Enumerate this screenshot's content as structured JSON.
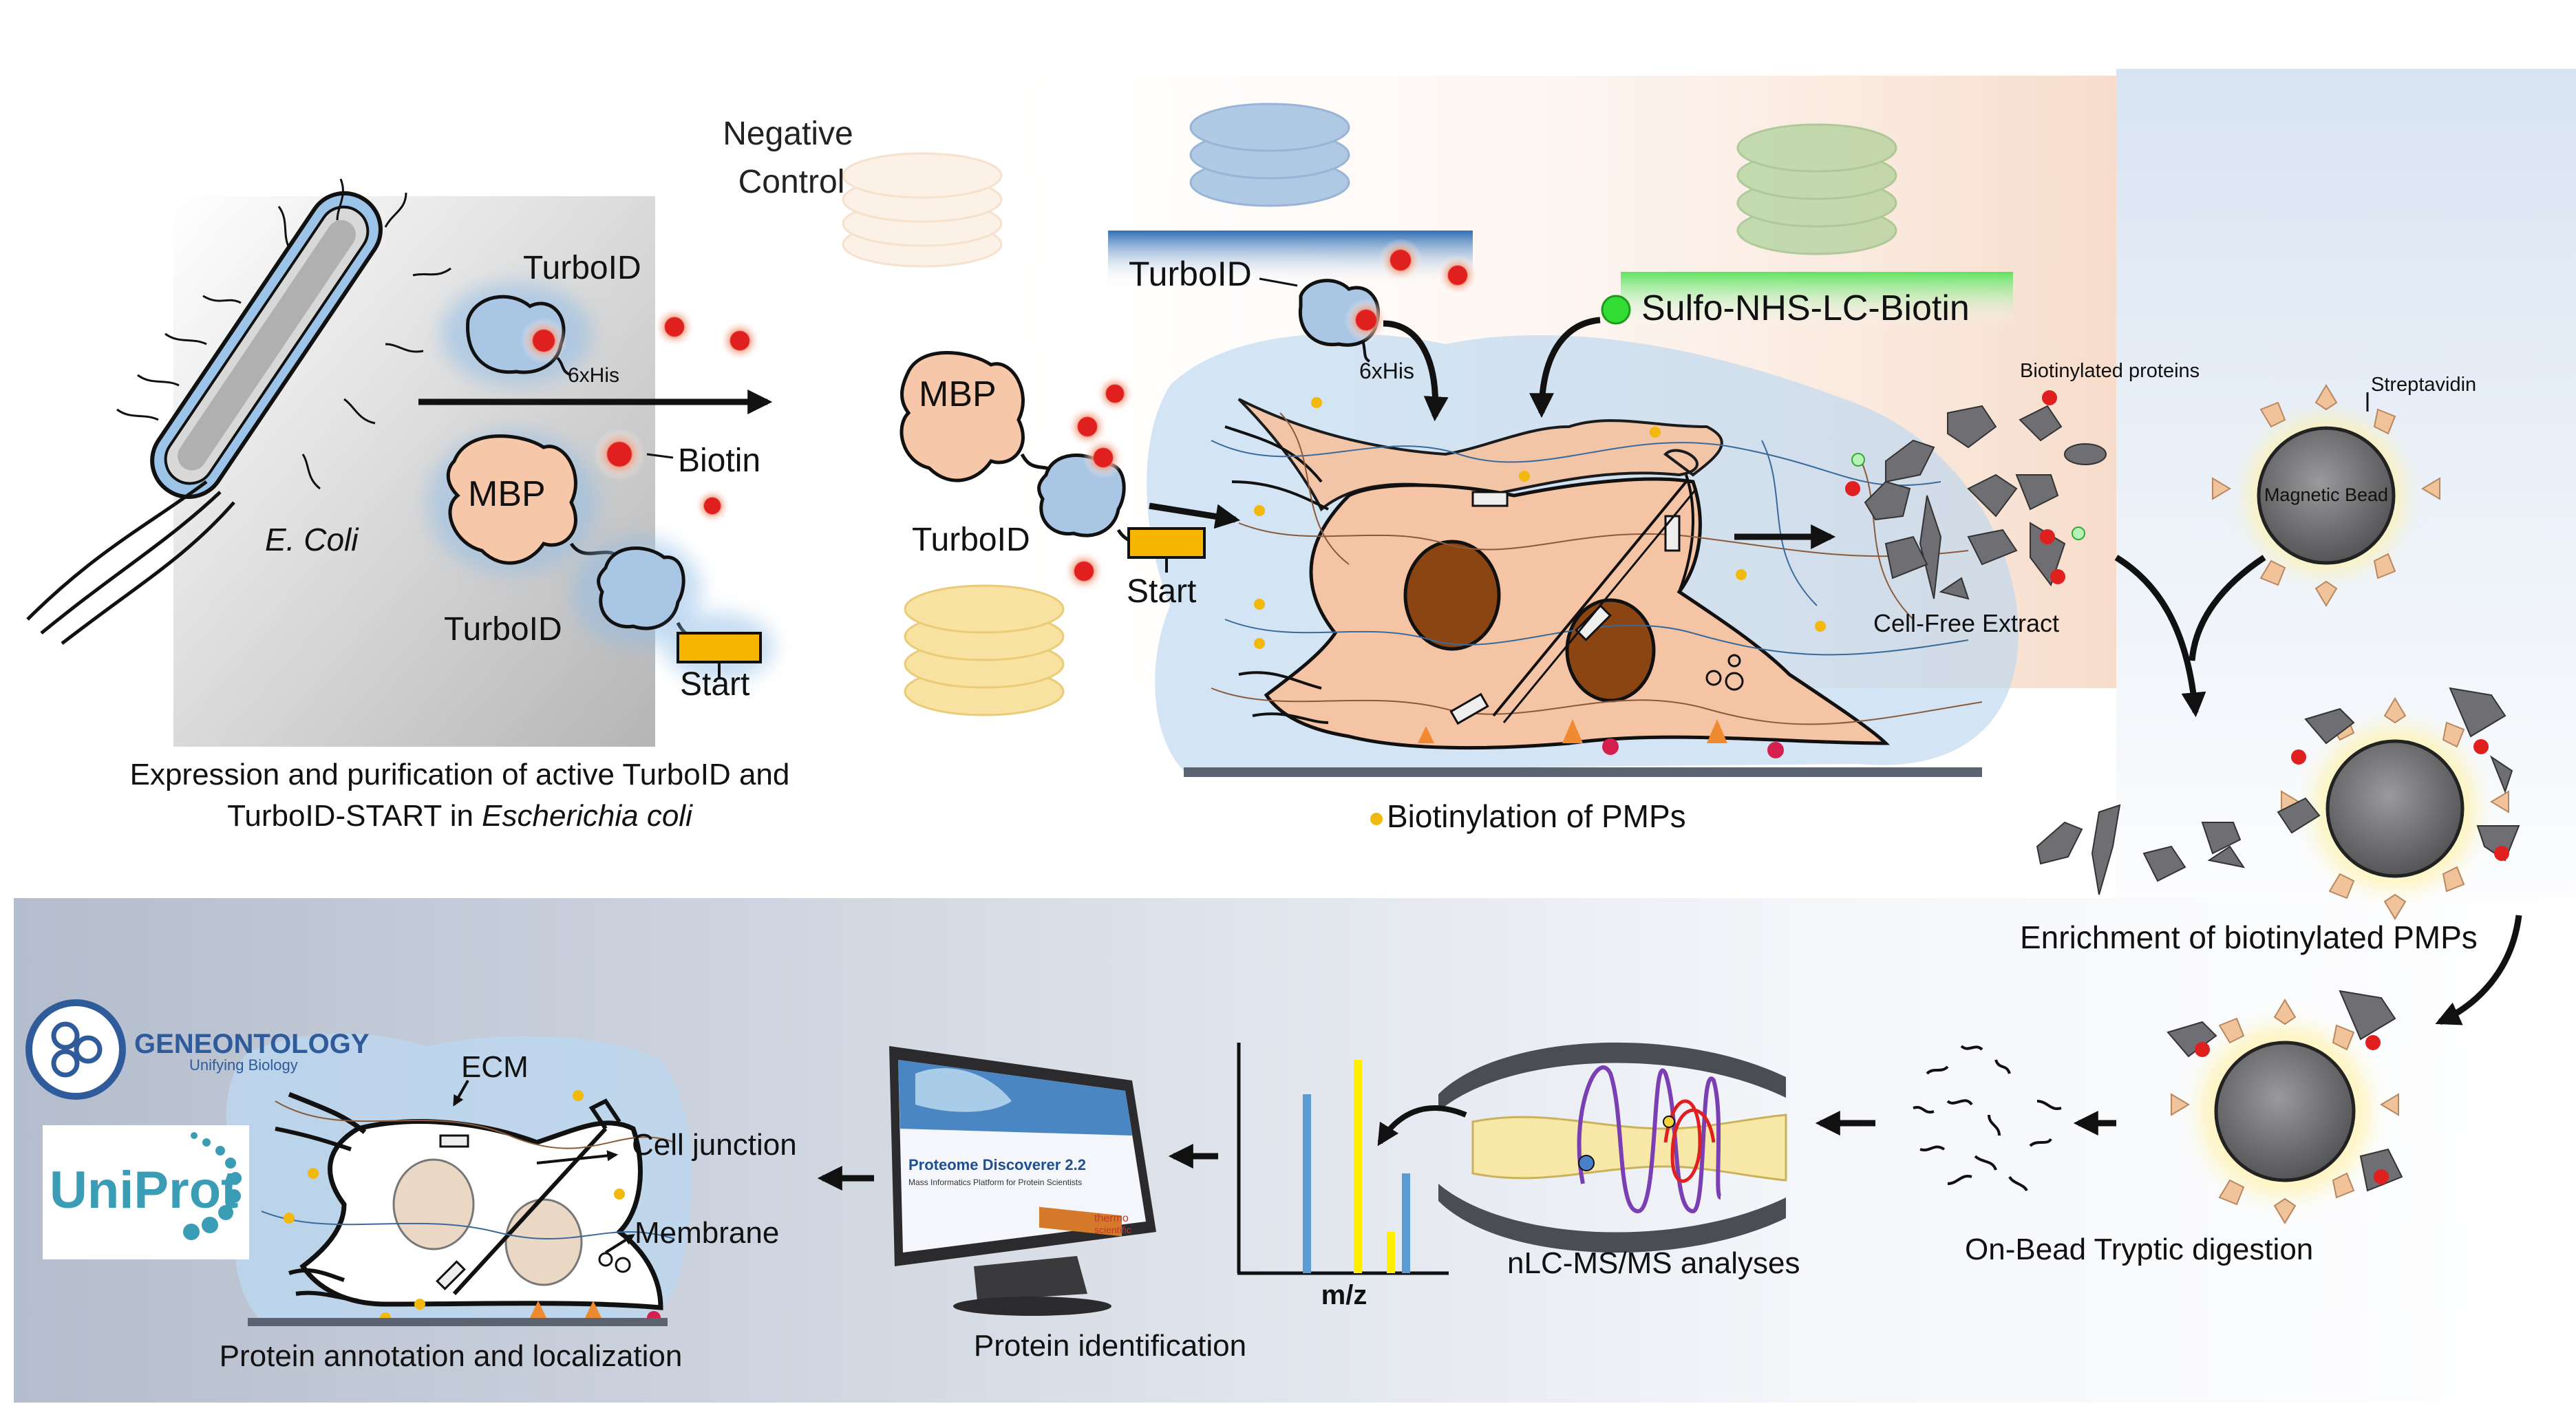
{
  "panel1": {
    "label_negative": "Negative",
    "label_control": "Control",
    "label_turboid_top": "TurboID",
    "label_6xhis": "6xHis",
    "label_biotin": "Biotin",
    "label_mbp": "MBP",
    "label_turboid_bottom": "TurboID",
    "label_start": "Start",
    "label_ecoli": "E. Coli",
    "caption_line1": "Expression and purification  of active TurboID and",
    "caption_line2_prefix": "TurboID-START in ",
    "caption_line2_italic": "Escherichia coli"
  },
  "panel2": {
    "label_turboid_top": "TurboID",
    "label_6xhis": "6xHis",
    "label_sulfo": "Sulfo-NHS-LC-Biotin",
    "label_mbp": "MBP",
    "label_turboid_left": "TurboID",
    "label_start": "Start",
    "caption": "Biotinylation of PMPs"
  },
  "panel3": {
    "label_biotinylated": "Biotinylated proteins",
    "label_streptavidin": "Streptavidin",
    "label_magnetic_bead": "Magnetic Bead",
    "label_cellfree": "Cell-Free Extract",
    "caption_enrichment": "Enrichment of biotinylated PMPs",
    "caption_digestion": "On-Bead Tryptic digestion"
  },
  "bottom": {
    "caption_nlc": "nLC-MS/MS analyses",
    "axis_mz": "m/z",
    "caption_identification": "Protein identification",
    "pd_title": "Proteome Discoverer 2.2",
    "pd_subtitle": "Mass Informatics Platform for Protein Scientists",
    "pd_brand1": "thermo",
    "pd_brand2": "scientific",
    "geneontology": "GENEONTOLOGY",
    "go_tagline": "Unifying Biology",
    "uniprot": "UniProt",
    "label_ecm": "ECM",
    "label_junction": "Cell junction",
    "label_membrane": "Membrane",
    "caption_annotation": "Protein annotation and localization"
  },
  "colors": {
    "turboid": "#a9c6e4",
    "mbp": "#f6c7a8",
    "start": "#f7b500",
    "biotin": "#e01f1f",
    "sulfo_green": "#33dd33",
    "cell": "#f5c4a4",
    "nucleus": "#8a4513",
    "bead": "#707072",
    "spectrum_blue": "#5a9bd5",
    "spectrum_yellow": "#ffee00"
  }
}
